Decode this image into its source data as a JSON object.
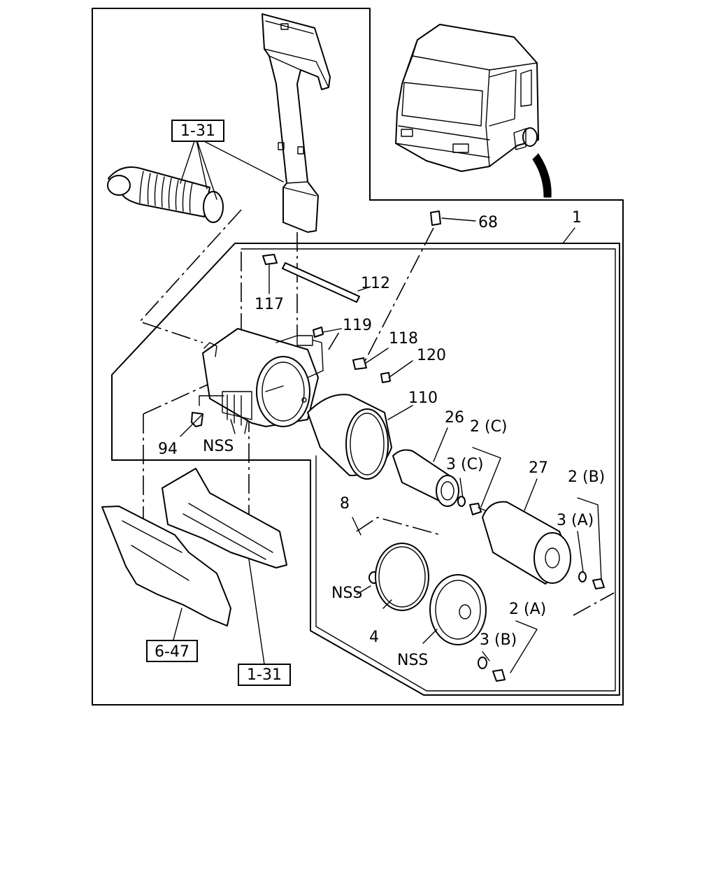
{
  "labels": {
    "ref_1_31_top": "1-31",
    "ref_1_31_bottom": "1-31",
    "ref_6_47": "6-47",
    "p1": "1",
    "p68": "68",
    "p112": "112",
    "p117": "117",
    "p119": "119",
    "p118": "118",
    "p120": "120",
    "p110": "110",
    "p26": "26",
    "p2c": "2 (C)",
    "p3c": "3 (C)",
    "p27": "27",
    "p2b": "2 (B)",
    "p3a": "3 (A)",
    "p8": "8",
    "p94": "94",
    "nss_bracket": "NSS",
    "nss_cover": "NSS",
    "nss_seal": "NSS",
    "p4": "4",
    "p2a": "2 (A)",
    "p3b": "3 (B)"
  }
}
